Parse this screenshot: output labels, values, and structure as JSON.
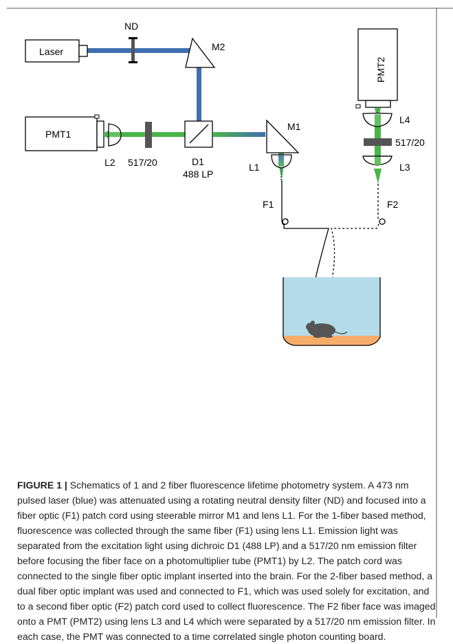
{
  "diagram": {
    "labels": {
      "laser": "Laser",
      "nd": "ND",
      "m2": "M2",
      "pmt1": "PMT1",
      "pmt2": "PMT2",
      "m1": "M1",
      "l1": "L1",
      "l2": "L2",
      "l3": "L3",
      "l4": "L4",
      "filter1": "517/20",
      "filter2": "517/20",
      "d1": "D1",
      "d1_spec": "488 LP",
      "f1": "F1",
      "f2": "F2"
    },
    "colors": {
      "excitation_beam": "#3f6fb0",
      "emission_beam": "#49b547",
      "filter": "#555555",
      "water": "#b4dbe9",
      "bedding": "#f6ad6a",
      "mouse": "#555555"
    }
  },
  "caption": {
    "label": "FIGURE 1 |",
    "text": " Schematics of 1 and 2 fiber fluorescence lifetime photometry system. A 473 nm pulsed laser (blue) was attenuated using a rotating neutral density filter (ND) and focused into a fiber optic (F1) patch cord using steerable mirror M1 and lens L1. For the 1-fiber based method, fluorescence was collected through the same fiber (F1) using lens L1. Emission light was separated from the excitation light using dichroic D1 (488 LP) and a 517/20 nm emission filter before focusing the fiber face on a photomultiplier tube (PMT1) by L2. The patch cord was connected to the single fiber optic implant inserted into the brain. For the 2-fiber based method, a dual fiber optic implant was used and connected to F1, which was used solely for excitation, and to a second fiber optic (F2) patch cord used to collect fluorescence. The F2 fiber face was imaged onto a PMT (PMT2) using lens L3 and L4 which were separated by a 517/20 nm emission filter. In each case, the PMT was connected to a time correlated single photon counting board."
  }
}
